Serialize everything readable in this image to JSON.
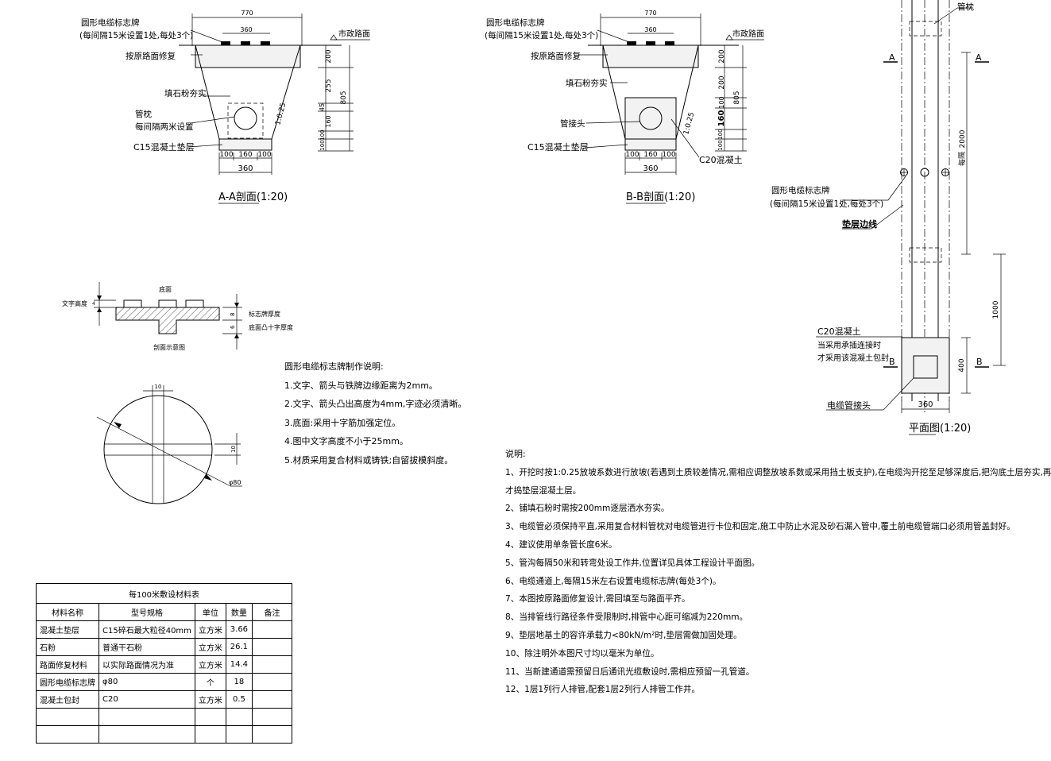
{
  "section_aa": {
    "sign_label": "圆形电缆标志牌",
    "sign_note": "(每间隔15米设置1处,每处3个)",
    "pavement": "按原路面修复",
    "road_surface": "市政路面",
    "fill": "填石粉夯实",
    "pillow": "管枕",
    "pillow_note": "每间隔两米设置",
    "base": "C15混凝土垫层",
    "slope": "1:0.25",
    "dim_top": "770",
    "dim_sign": "360",
    "dim_200": "200",
    "dim_255": "255",
    "dim_45": "45",
    "dim_160": "160",
    "dim_100_a": "100",
    "dim_100_b": "100",
    "dim_805": "805",
    "dim_w100a": "100",
    "dim_w160": "160",
    "dim_w100b": "100",
    "dim_w360": "360",
    "title": "A-A剖面(1:20)"
  },
  "section_bb": {
    "sign_label": "圆形电缆标志牌",
    "sign_note": "(每间隔15米设置1处,每处3个)",
    "pavement": "按原路面修复",
    "road_surface": "市政路面",
    "fill": "填石粉夯实",
    "joint": "管接头",
    "base": "C15混凝土垫层",
    "c20": "C20混凝土",
    "slope": "1:0.25",
    "dim_top": "770",
    "dim_sign": "360",
    "dim_200": "200",
    "dim_200b": "200",
    "dim_100": "100",
    "dim_160": "160",
    "dim_100b": "100",
    "dim_100c": "100",
    "dim_805": "805",
    "dim_w100a": "100",
    "dim_w160": "160",
    "dim_w100b": "100",
    "dim_w360": "360",
    "title": "B-B剖面(1:20)"
  },
  "plan": {
    "pillow": "管枕",
    "mark_a": "A",
    "mark_b": "B",
    "spacing": "每隔",
    "dim_2000": "2000",
    "sign_label": "圆形电缆标志牌",
    "sign_note": "(每间隔15米设置1处,每处3个)",
    "edge": "垫层边线",
    "dim_1000": "1000",
    "c20": "C20混凝土",
    "c20_note1": "当采用承插连接时",
    "c20_note2": "才采用该混凝土包封",
    "dim_400": "400",
    "joint": "电缆管接头",
    "dim_360": "360",
    "title": "平面图(1:20)"
  },
  "sign_detail": {
    "bottom": "底面",
    "text_height": "文字高度",
    "thickness": "标志牌厚度",
    "cross_thickness": "底面凸十字厚度",
    "section_title": "剖面示意图",
    "dim_4": "4",
    "dim_8": "8",
    "dim_6": "6",
    "dim_10_top": "10",
    "dim_10_side": "10",
    "diameter": "φ80"
  },
  "sign_notes": {
    "heading": "圆形电缆标志牌制作说明:",
    "items": [
      "1.文字、箭头与铁牌边缘距离为2mm。",
      "2.文字、箭头凸出高度为4mm,字迹必须清晰。",
      "3.底面:采用十字筋加强定位。",
      "4.图中文字高度不小于25mm。",
      "5.材质采用复合材料或铸铁;自留拔模斜度。"
    ]
  },
  "table": {
    "title": "每100米敷设材料表",
    "headers": [
      "材料名称",
      "型号规格",
      "单位",
      "数量",
      "备注"
    ],
    "rows": [
      [
        "混凝土垫层",
        "C15碎石最大粒径40mm",
        "立方米",
        "3.66",
        ""
      ],
      [
        "石粉",
        "普通干石粉",
        "立方米",
        "26.1",
        ""
      ],
      [
        "路面修复材料",
        "以实际路面情况为准",
        "立方米",
        "14.4",
        ""
      ],
      [
        "圆形电缆标志牌",
        "φ80",
        "个",
        "18",
        ""
      ],
      [
        "混凝土包封",
        "C20",
        "立方米",
        "0.5",
        ""
      ],
      [
        "",
        "",
        "",
        "",
        ""
      ],
      [
        "",
        "",
        "",
        "",
        ""
      ]
    ]
  },
  "notes": {
    "heading": "说明:",
    "items": [
      "1、开挖时按1:0.25放坡系数进行放坡(若遇到土质较差情况,需相应调整放坡系数或采用挡土板支护),在电缆沟开挖至足够深度后,把沟底土层夯实,再",
      "才捣垫层混凝土层。",
      "2、铺填石粉时需按200mm逐层洒水夯实。",
      "3、电缆管必须保持平直,采用复合材料管枕对电缆管进行卡位和固定,施工中防止水泥及砂石漏入管中,覆土前电缆管端口必须用管盖封好。",
      "4、建议使用单条管长度6米。",
      "5、管沟每隔50米和转弯处设工作井,位置详见具体工程设计平面图。",
      "6、电缆通道上,每隔15米左右设置电缆标志牌(每处3个)。",
      "7、本图按原路面修复设计,需回填至与路面平齐。",
      "8、当排管线行路径条件受限制时,排管中心距可缩减为220mm。",
      "9、垫层地基土的容许承载力<80kN/m²时,垫层需做加固处理。",
      "10、除注明外本图尺寸均以毫米为单位。",
      "11、当新建通道需预留日后通讯光缆敷设时,需相应预留一孔管道。",
      "12、1层1列行人排管,配套1层2列行人排管工作井。"
    ]
  }
}
